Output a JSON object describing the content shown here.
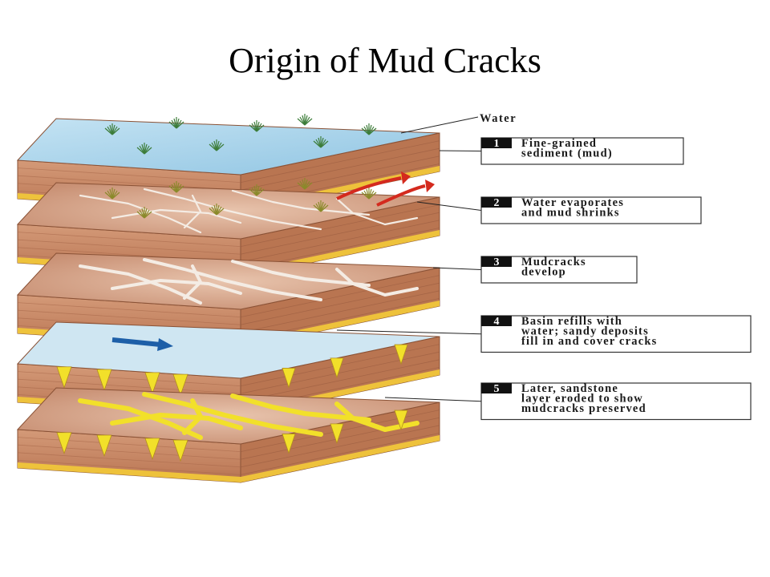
{
  "title": "Origin of Mud Cracks",
  "water_label": "Water",
  "steps": [
    {
      "number": "1",
      "lines": [
        "Fine-grained",
        "sediment (mud)"
      ]
    },
    {
      "number": "2",
      "lines": [
        "Water evaporates",
        "and mud shrinks"
      ]
    },
    {
      "number": "3",
      "lines": [
        "Mudcracks",
        "develop"
      ]
    },
    {
      "number": "4",
      "lines": [
        "Basin refills with",
        "water; sandy deposits",
        "fill in and cover cracks"
      ]
    },
    {
      "number": "5",
      "lines": [
        "Later, sandstone",
        "layer eroded to show",
        "mudcracks preserved"
      ]
    }
  ],
  "colors": {
    "water": "#a9d3ea",
    "mud_top": "#cf9c7e",
    "mud_side": "#c58664",
    "sand": "#f0c63a",
    "crack_fill": "#f2e02a",
    "arrow_red": "#d42a1e",
    "arrow_blue": "#1d5fa8",
    "label_border": "#333333"
  }
}
